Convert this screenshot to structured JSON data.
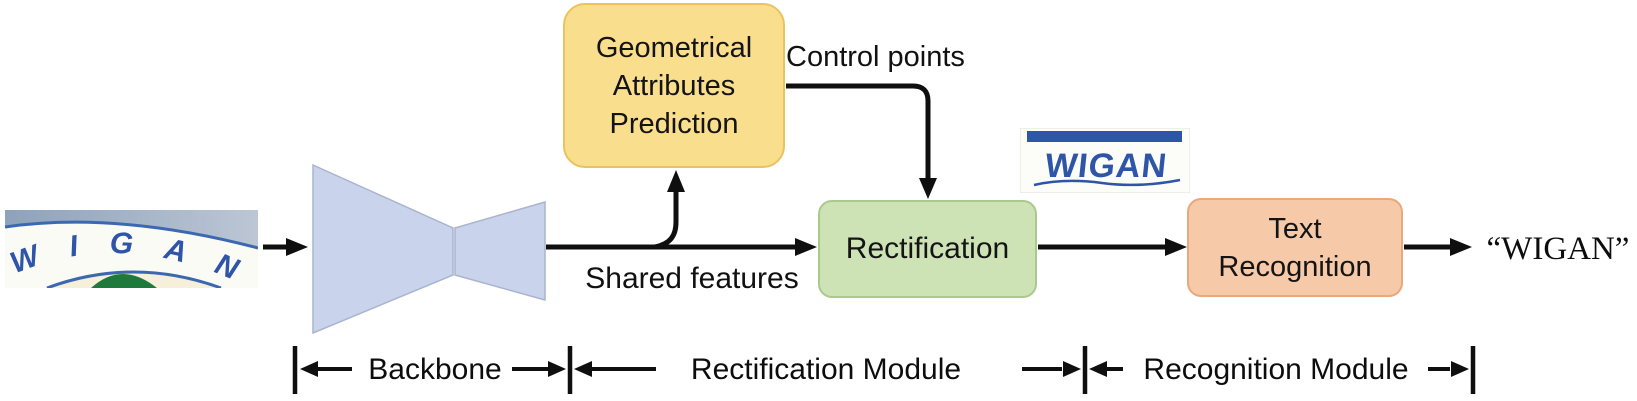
{
  "diagram": {
    "input_image": {
      "text": "WIGAN"
    },
    "gap_box": {
      "lines": [
        "Geometrical",
        "Attributes",
        "Prediction"
      ]
    },
    "labels": {
      "control_points": "Control points",
      "shared_features": "Shared features"
    },
    "rectification_box": {
      "label": "Rectification"
    },
    "rectified_image": {
      "text": "WIGAN"
    },
    "recognition_box": {
      "lines": [
        "Text",
        "Recognition"
      ]
    },
    "output_text": "“WIGAN”",
    "modules": {
      "backbone": "Backbone",
      "rectification": "Rectification Module",
      "recognition": "Recognition Module"
    }
  },
  "colors": {
    "box-gap-fill": "#f9df8d",
    "box-gap-border": "#e9c35e",
    "box-rect-fill": "#cde3b6",
    "box-rect-border": "#a9c98e",
    "box-recog-fill": "#f6c9a8",
    "box-recog-border": "#e9a87d",
    "backbone-fill": "#c9d4ec",
    "backbone-border": "#a9b4ce",
    "arrow": "#0f0f0f",
    "wigan-blue": "#2e55a8"
  }
}
